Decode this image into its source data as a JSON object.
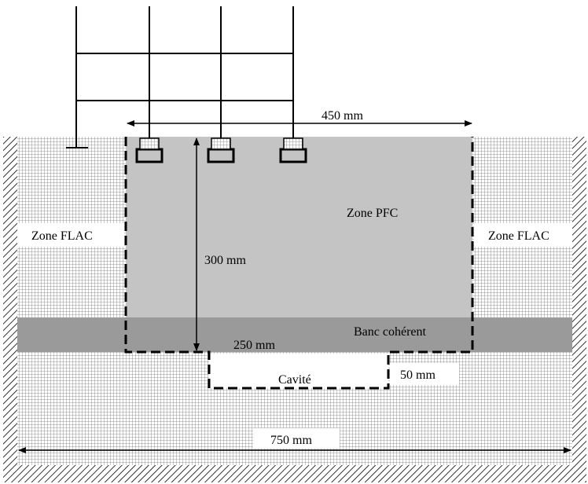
{
  "labels": {
    "width_450": "450 mm",
    "zone_pfc": "Zone PFC",
    "zone_flac_left": "Zone FLAC",
    "zone_flac_right": "Zone FLAC",
    "height_300": "300 mm",
    "banc": "Banc cohérent",
    "width_250": "250 mm",
    "height_50": "50 mm",
    "cavite": "Cavité",
    "width_750": "750 mm"
  }
}
